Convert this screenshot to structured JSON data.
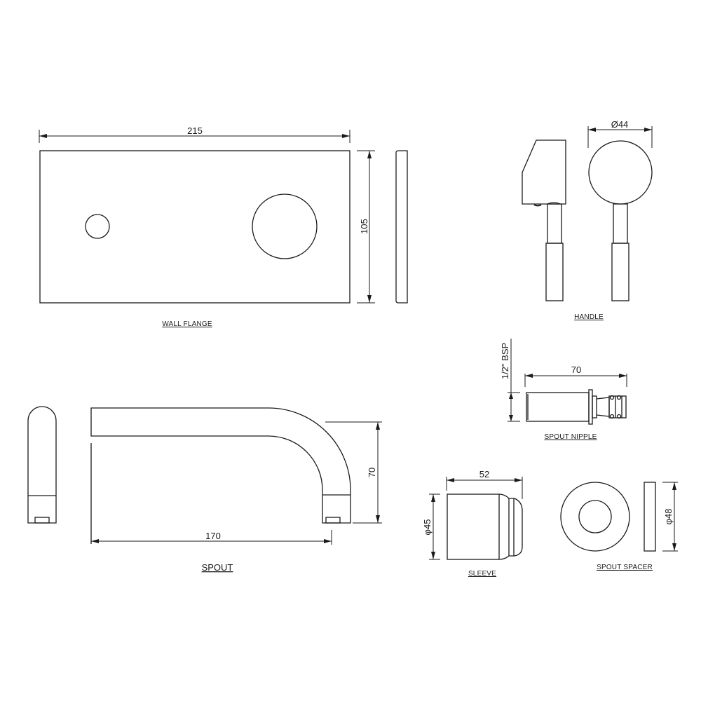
{
  "drawing": {
    "line_color": "#1a1a1a",
    "background": "#ffffff"
  },
  "wall_flange": {
    "label": "WALL FLANGE",
    "width_dim": "215",
    "height_dim": "105"
  },
  "handle": {
    "label": "HANDLE",
    "diameter_dim": "Ø44"
  },
  "spout_nipple": {
    "label": "SPOUT NIPPLE",
    "length_dim": "70",
    "thread_dim": "1/2\" BSP"
  },
  "spout": {
    "label": "SPOUT",
    "length_dim": "170",
    "height_dim": "70"
  },
  "sleeve": {
    "label": "SLEEVE",
    "length_dim": "52",
    "diameter_dim": "φ45"
  },
  "spout_spacer": {
    "label": "SPOUT SPACER",
    "diameter_dim": "φ48"
  }
}
